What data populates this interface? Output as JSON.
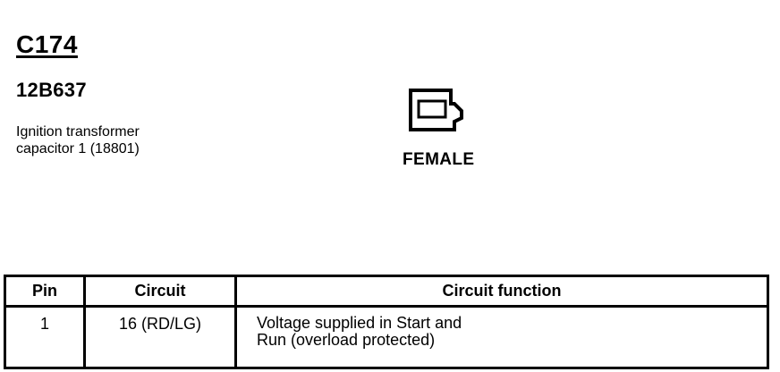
{
  "connector": {
    "id": "C174",
    "part_number": "12B637",
    "description_lines": [
      "Ignition transformer",
      "capacitor 1 (18801)"
    ],
    "gender": "FEMALE"
  },
  "table": {
    "headers": {
      "pin": "Pin",
      "circuit": "Circuit",
      "function": "Circuit function"
    },
    "rows": [
      {
        "pin": "1",
        "circuit": "16 (RD/LG)",
        "function_lines": [
          "Voltage supplied in Start and",
          "Run (overload protected)"
        ]
      }
    ]
  }
}
